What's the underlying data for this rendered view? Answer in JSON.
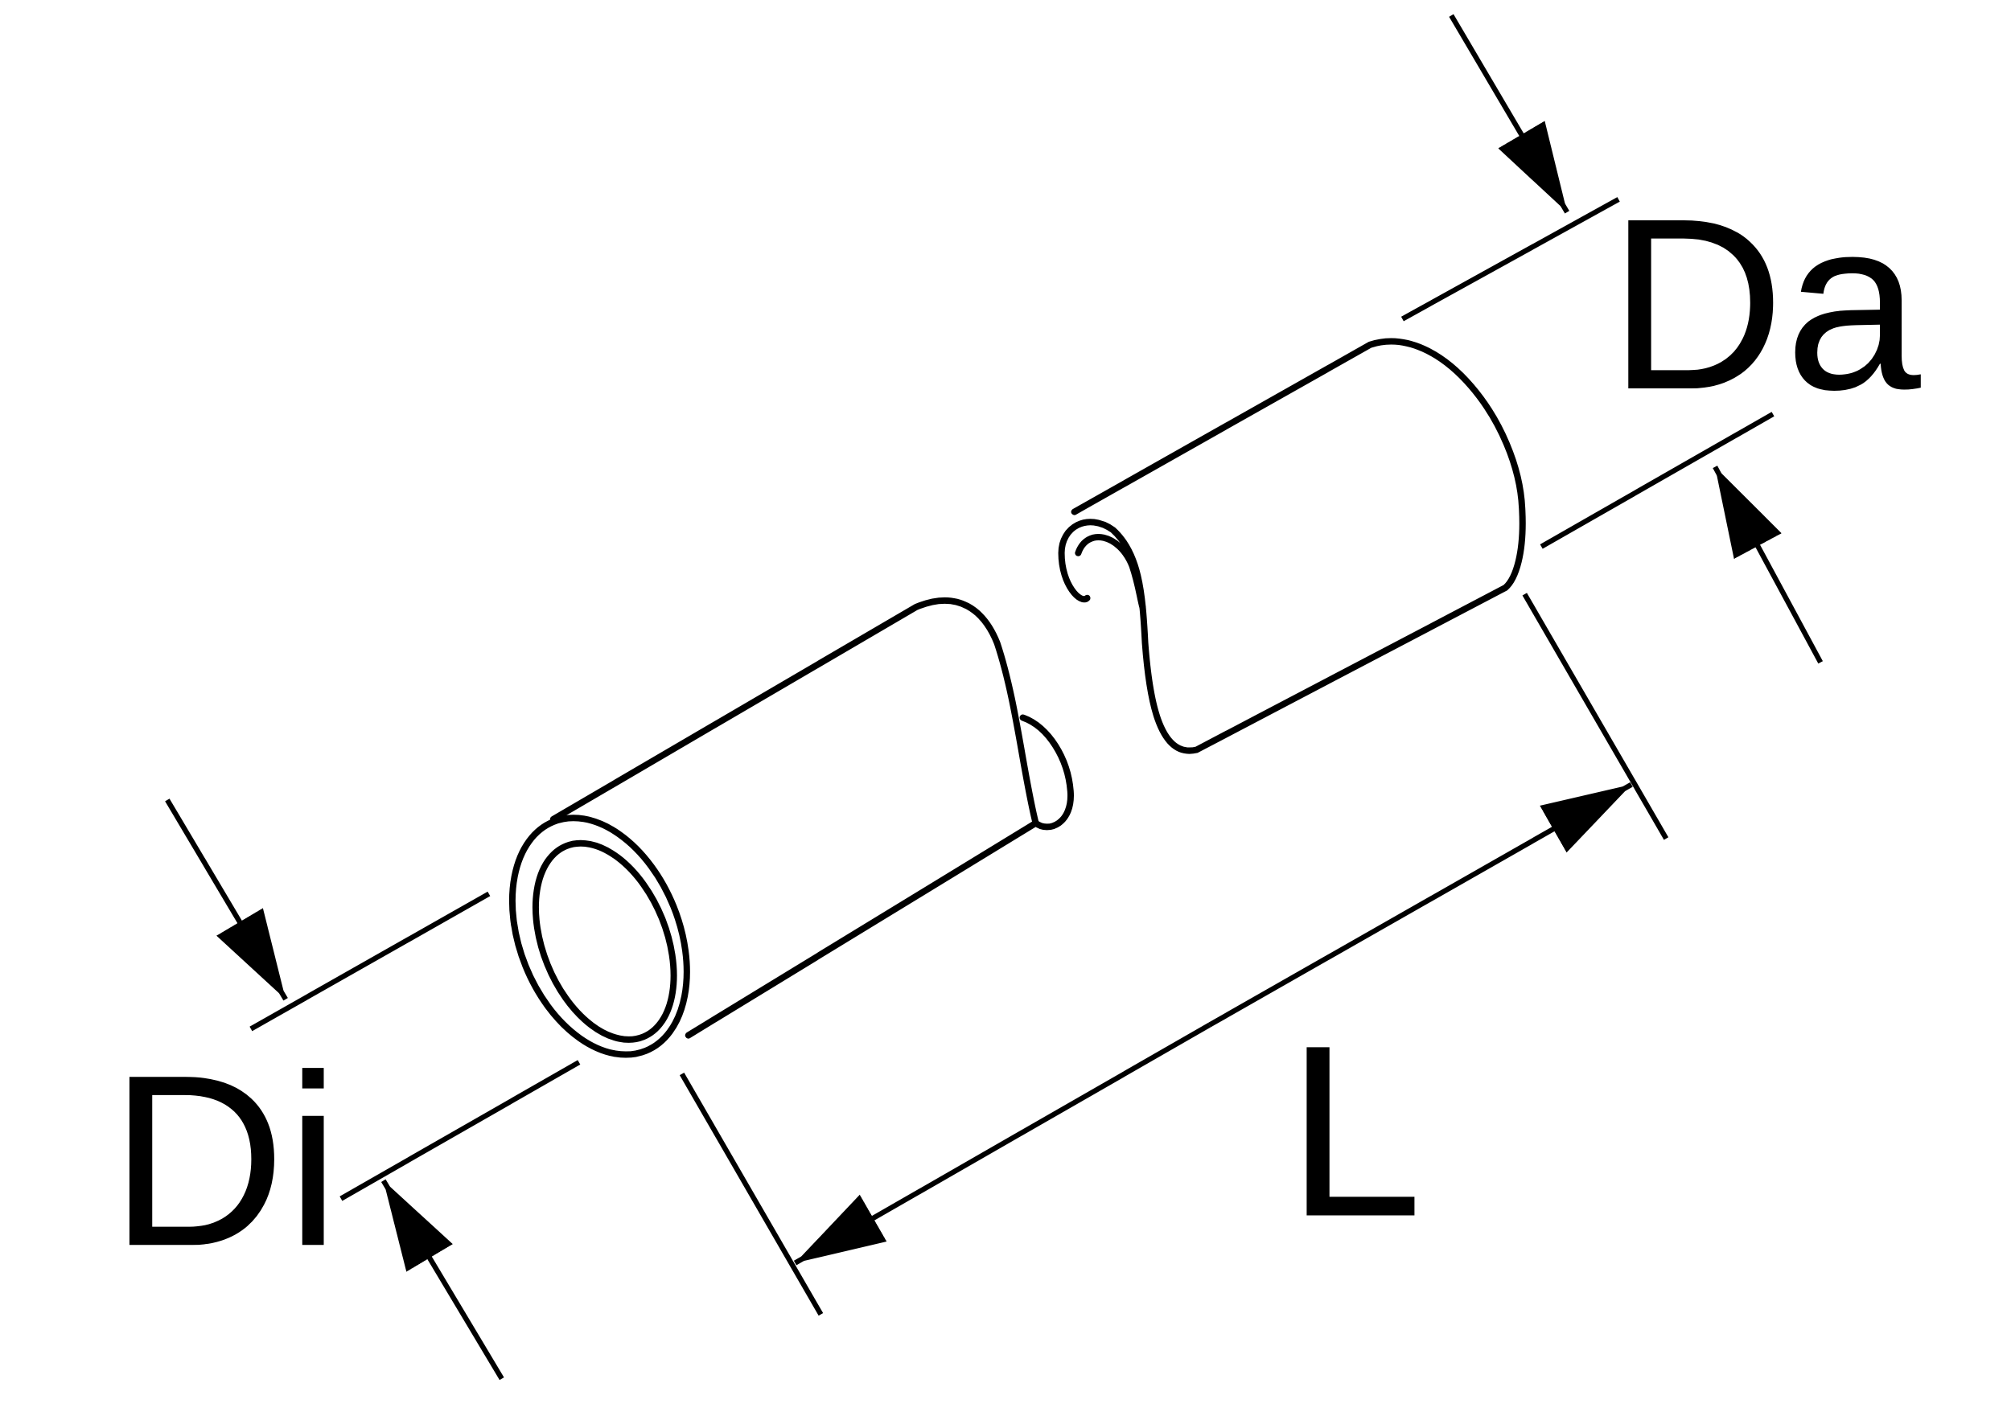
{
  "diagram": {
    "subject": "tube",
    "labels": {
      "outer_diameter": "Da",
      "inner_diameter": "Di",
      "length": "L"
    },
    "colors": {
      "line": "#000000",
      "background": "#ffffff"
    }
  }
}
